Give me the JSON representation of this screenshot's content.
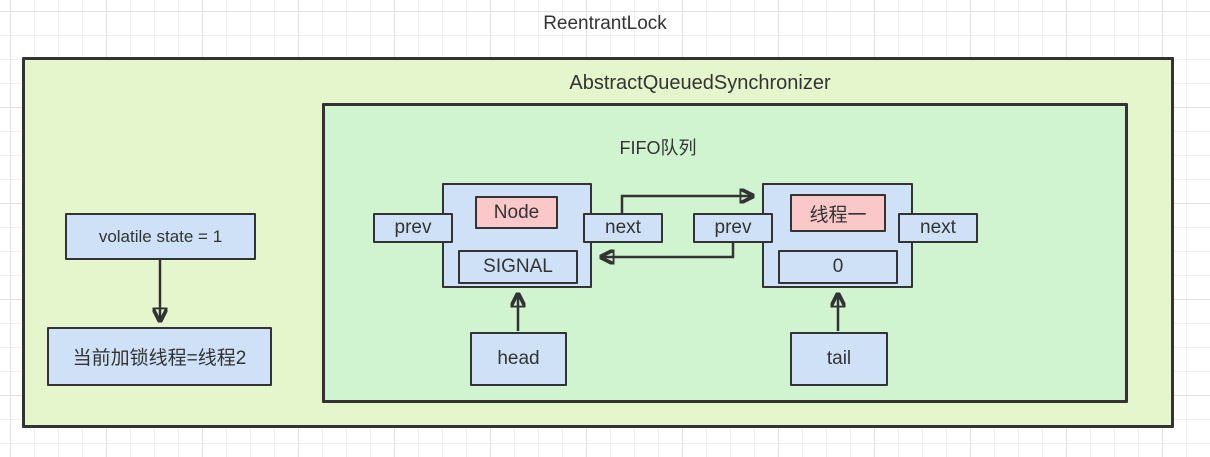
{
  "title": "ReentrantLock",
  "aqs": {
    "label": "AbstractQueuedSynchronizer",
    "state_label": "volatile state = 1",
    "owner_label": "当前加锁线程=线程2"
  },
  "fifo": {
    "label": "FIFO队列",
    "head_label": "head",
    "tail_label": "tail",
    "nodes": [
      {
        "title": "Node",
        "value": "SIGNAL",
        "prev": "prev",
        "next": "next"
      },
      {
        "title": "线程一",
        "value": "0",
        "prev": "prev",
        "next": "next"
      }
    ]
  },
  "colors": {
    "aqs_fill": "#e5f6cd",
    "fifo_fill": "#d0f4d0",
    "box_fill": "#cee1f6",
    "highlight_fill": "#fac8c8",
    "border": "#333333",
    "text": "#333333",
    "grid_minor": "#efeff4",
    "grid_major": "#e1e1e9"
  }
}
